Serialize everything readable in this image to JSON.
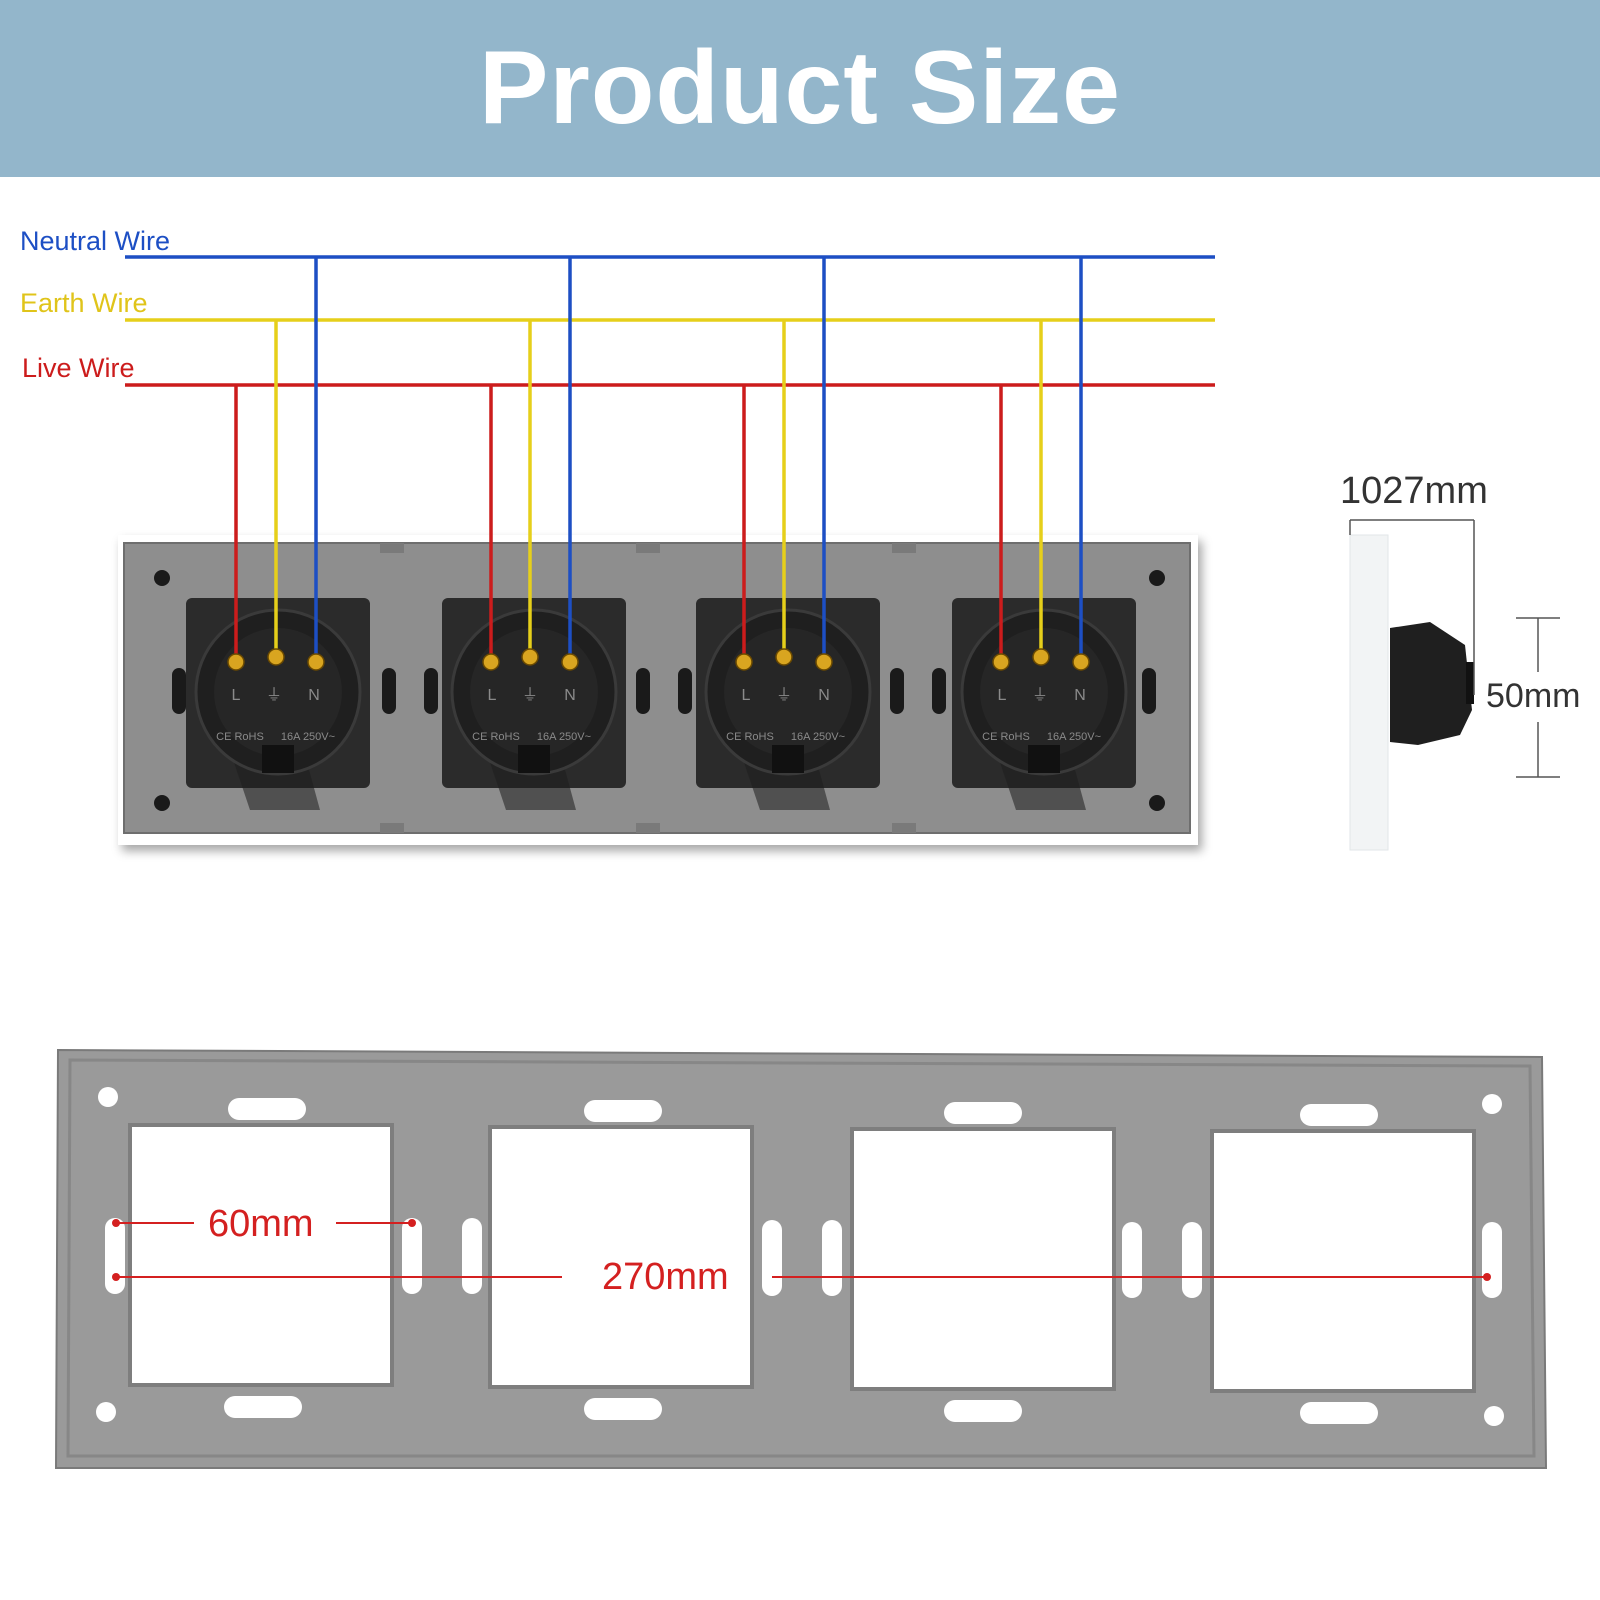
{
  "header": {
    "title": "Product Size"
  },
  "wiring": {
    "labels": {
      "neutral": "Neutral Wire",
      "earth": "Earth Wire",
      "live": "Live Wire"
    },
    "colors": {
      "neutral": "#1d4fc4",
      "earth": "#e6cf1a",
      "live": "#cc1c1c",
      "panel": "#8e8e8e",
      "module": "#2b2b2b",
      "header": "#93b6cb",
      "dimension_red": "#d42020"
    },
    "sockets": [
      {
        "terminals": [
          "L",
          "⏚",
          "N"
        ],
        "marking": "16A 250V~",
        "cert": "CE RoHS"
      },
      {
        "terminals": [
          "L",
          "⏚",
          "N"
        ],
        "marking": "16A 250V~",
        "cert": "CE RoHS"
      },
      {
        "terminals": [
          "L",
          "⏚",
          "N"
        ],
        "marking": "16A 250V~",
        "cert": "CE RoHS"
      },
      {
        "terminals": [
          "L",
          "⏚",
          "N"
        ],
        "marking": "16A 250V~",
        "cert": "CE RoHS"
      }
    ]
  },
  "side_view": {
    "depth_label": "1027mm",
    "height_label": "50mm"
  },
  "frame": {
    "module_label": "60mm",
    "total_label": "270mm"
  }
}
